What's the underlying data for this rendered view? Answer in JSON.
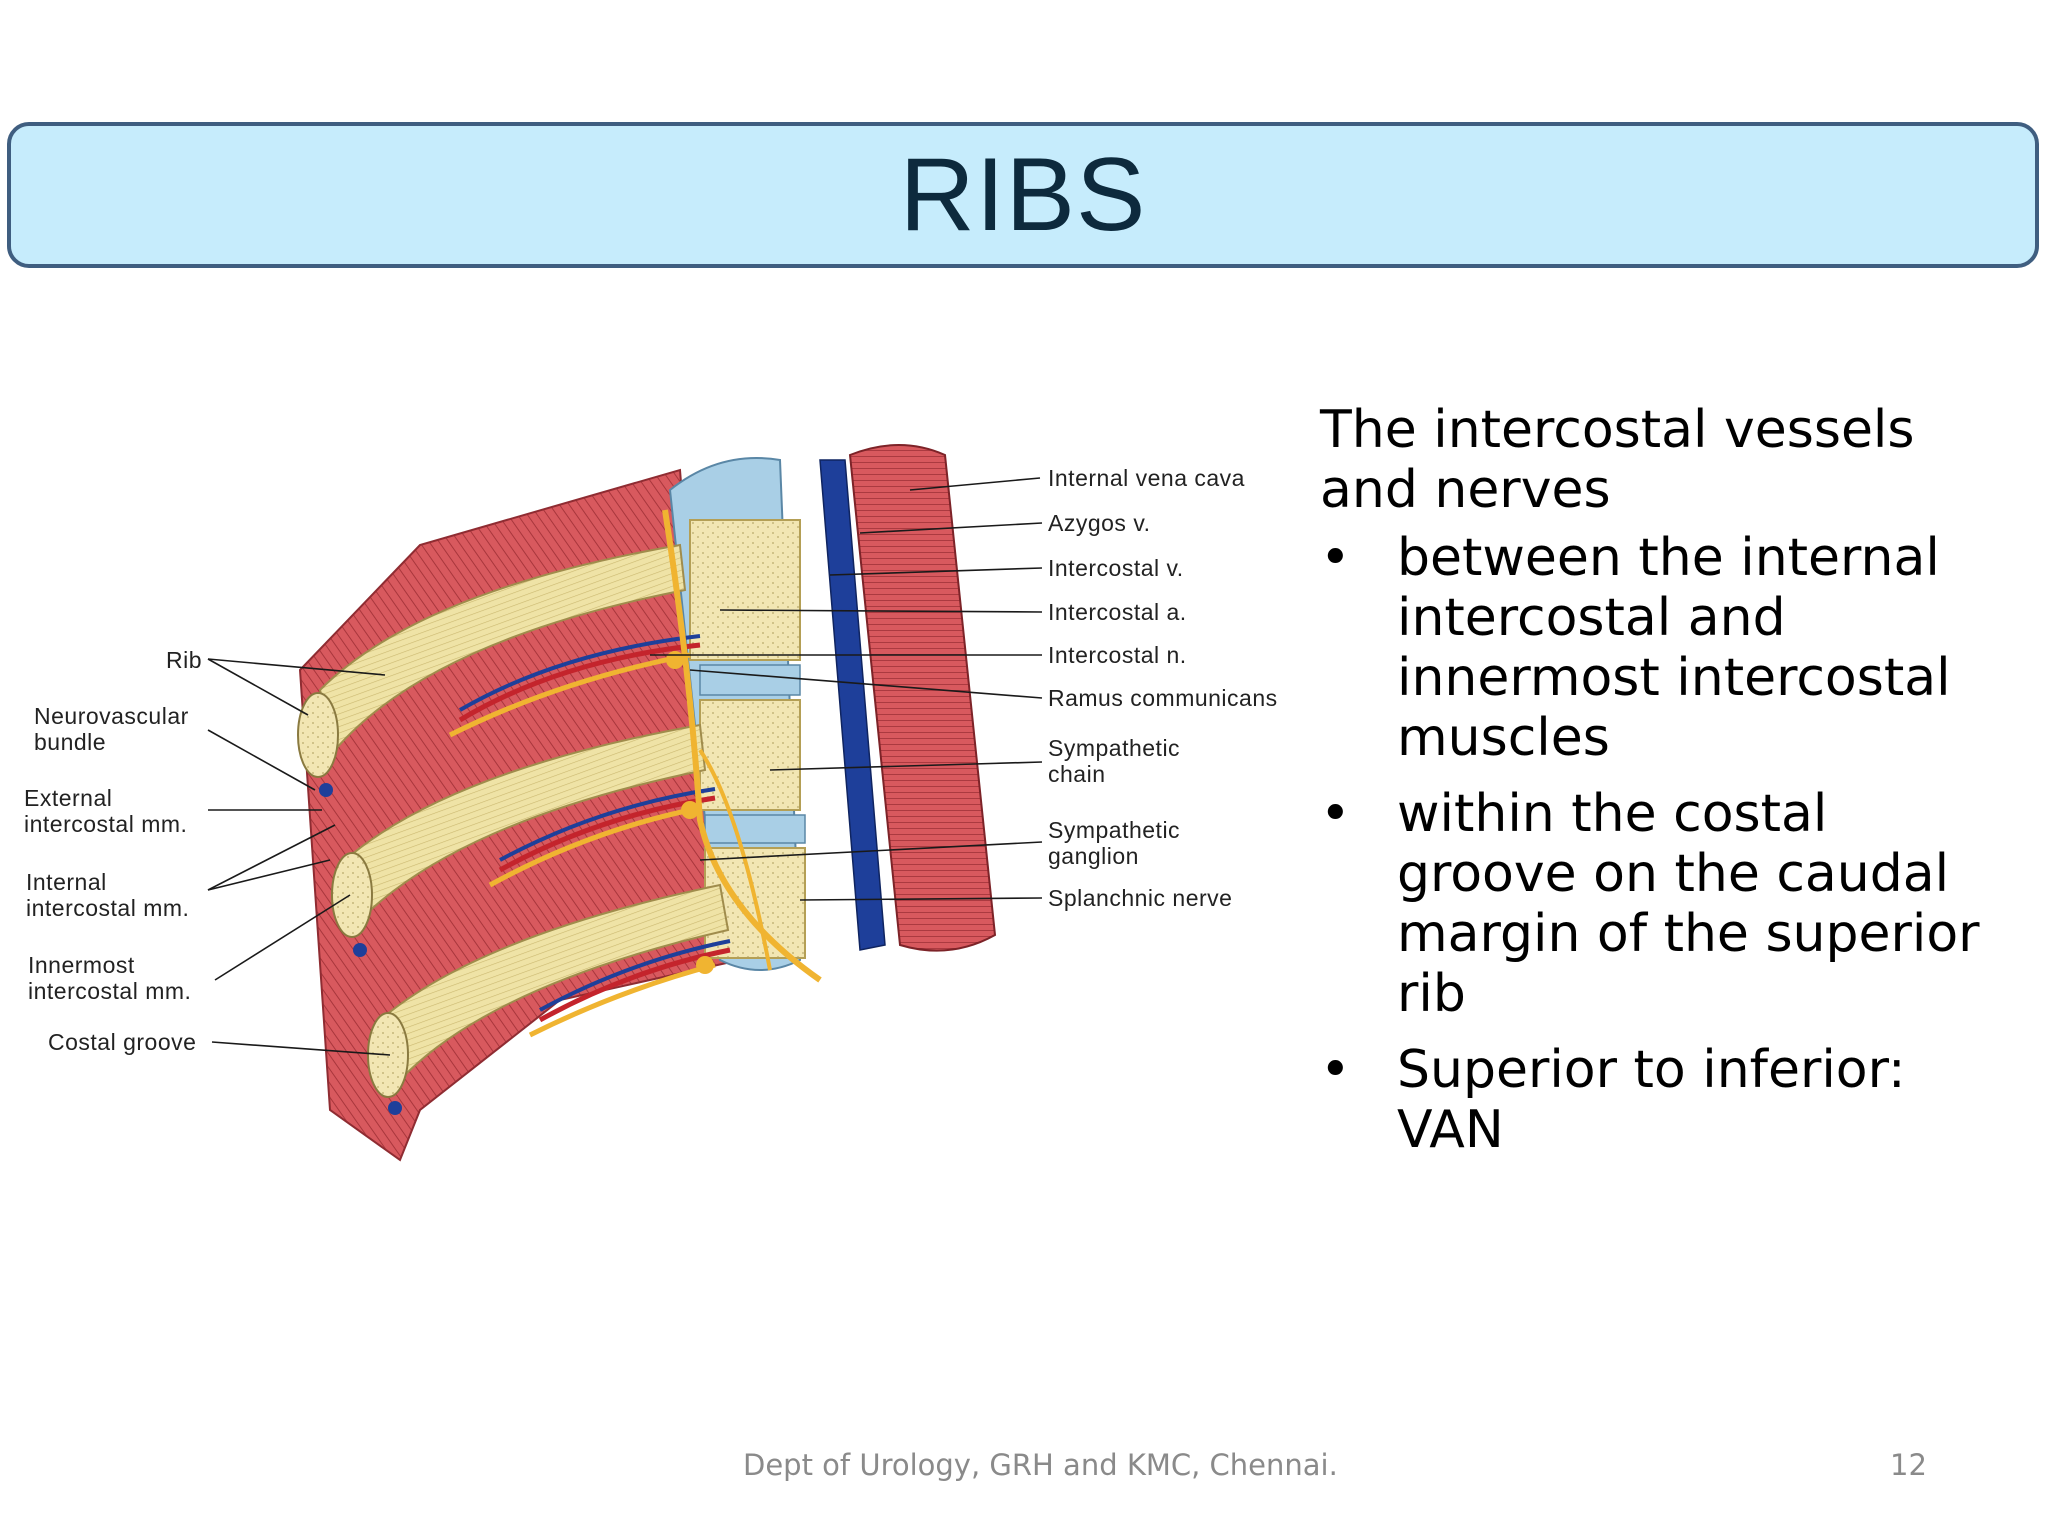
{
  "slide": {
    "title": "RIBS",
    "intro": "The intercostal vessels and nerves",
    "bullets": [
      "between the internal intercostal and innermost intercostal muscles",
      "within the costal groove on the caudal margin of the superior rib",
      "Superior to inferior: VAN"
    ],
    "footer": "Dept of Urology, GRH and KMC, Chennai.",
    "page_number": "12"
  },
  "figure": {
    "left_labels": {
      "rib": "Rib",
      "neurovascular_1": "Neurovascular",
      "neurovascular_2": "bundle",
      "external_1": "External",
      "external_2": "intercostal mm.",
      "internal_1": "Internal",
      "internal_2": "intercostal mm.",
      "innermost_1": "Innermost",
      "innermost_2": "intercostal mm.",
      "costal_groove": "Costal groove"
    },
    "right_labels": {
      "vena_cava": "Internal vena cava",
      "azygos": "Azygos v.",
      "intercostal_v": "Intercostal v.",
      "intercostal_a": "Intercostal a.",
      "intercostal_n": "Intercostal n.",
      "ramus": "Ramus communicans",
      "sympathetic_chain_1": "Sympathetic",
      "sympathetic_chain_2": "chain",
      "sympathetic_ganglion_1": "Sympathetic",
      "sympathetic_ganglion_2": "ganglion",
      "splanchnic": "Splanchnic nerve"
    },
    "colors": {
      "muscle": "#d8595e",
      "muscle_dark": "#a8363c",
      "rib": "#efe3a6",
      "vertebra": "#f2e6b3",
      "disc": "#a9cfe6",
      "vein": "#1e3f9a",
      "nerve": "#f0b431",
      "artery": "#c4242c"
    }
  }
}
